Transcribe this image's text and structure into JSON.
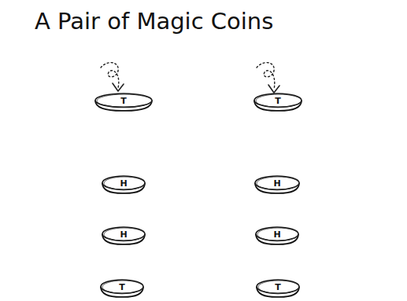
{
  "diagram": {
    "title": "A Pair of Magic Coins",
    "nodes": [
      {
        "text": [
          "T"
        ]
      },
      {
        "text": [
          "T"
        ]
      },
      {
        "text": [
          "H"
        ]
      },
      {
        "text": [
          "H"
        ]
      },
      {
        "text": [
          "H"
        ]
      },
      {
        "text": [
          "H"
        ]
      },
      {
        "text": [
          "T"
        ]
      },
      {
        "text": [
          "T"
        ]
      }
    ]
  }
}
